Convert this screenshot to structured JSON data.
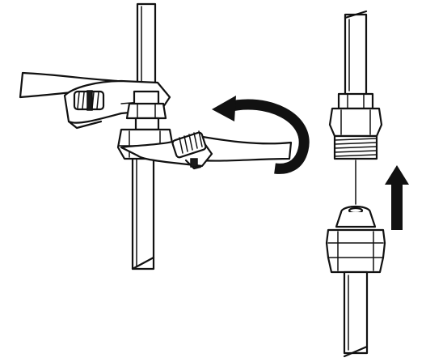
{
  "figure": {
    "description_visible_text": "",
    "background_color": "#ffffff",
    "line_color": "#111111",
    "fill_color": "#ffffff",
    "dark_fill_color": "#1a1a1a",
    "left_panel": {
      "items": [
        {
          "icon": "pipe-icon",
          "role": "vertical pipe"
        },
        {
          "icon": "wrench-icon",
          "role": "upper adjustable wrench"
        },
        {
          "icon": "wrench-icon",
          "role": "lower adjustable wrench"
        },
        {
          "icon": "nut-icon",
          "role": "union nut"
        },
        {
          "icon": "curved-arrow-icon",
          "role": "counter-clockwise loosening direction"
        }
      ]
    },
    "right_panel": {
      "items": [
        {
          "icon": "pipe-icon",
          "role": "upper pipe"
        },
        {
          "icon": "threaded-fitting-icon",
          "role": "male threaded fitting"
        },
        {
          "icon": "flare-fitting-icon",
          "role": "flare end"
        },
        {
          "icon": "nut-icon",
          "role": "flare nut"
        },
        {
          "icon": "pipe-icon",
          "role": "lower pipe"
        },
        {
          "icon": "up-arrow-icon",
          "role": "separation direction"
        }
      ]
    }
  }
}
